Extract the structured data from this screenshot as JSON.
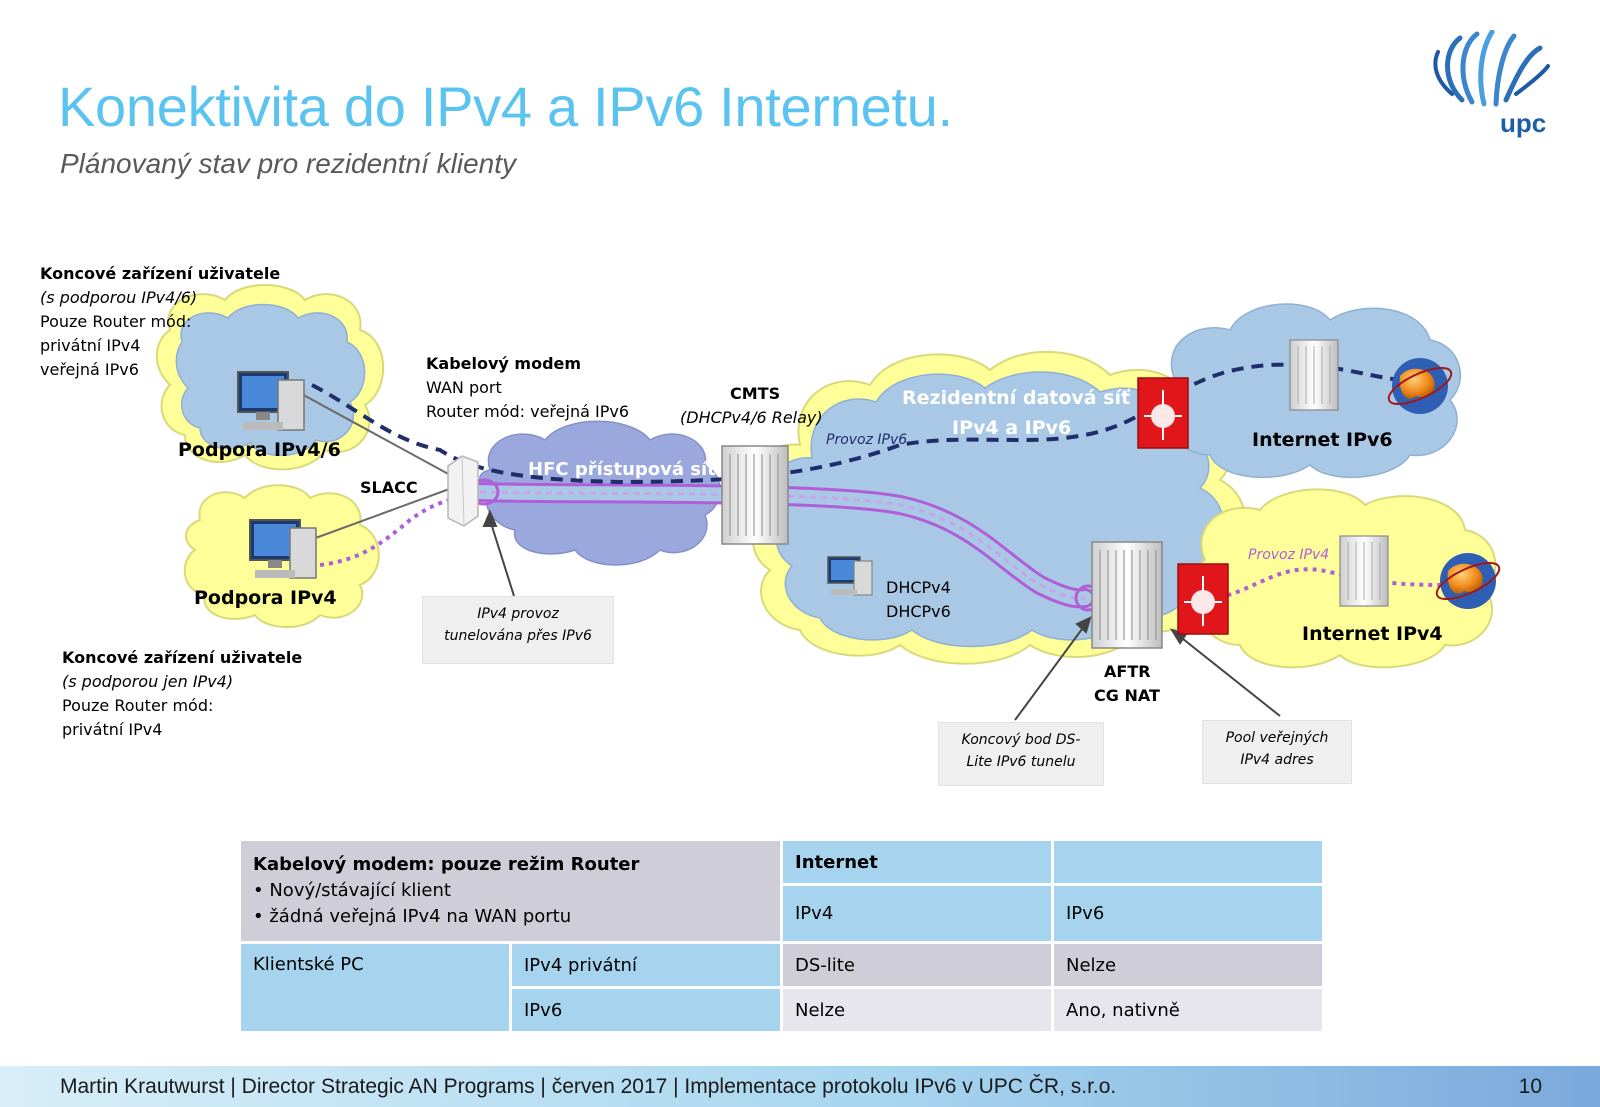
{
  "header": {
    "title": "Konektivita do IPv4 a IPv6 Internetu.",
    "subtitle": "Plánovaný stav pro rezidentní klienty",
    "logo_text": "upc"
  },
  "diagram": {
    "device_top": {
      "heading": "Koncové zařízení uživatele",
      "support": "(s podporou IPv4/6)",
      "mode": "Pouze Router mód:",
      "line1": "privátní IPv4",
      "line2": "veřejná IPv6"
    },
    "device_bottom": {
      "heading": "Koncové zařízení uživatele",
      "support": "(s podporou jen IPv4)",
      "mode": "Pouze Router mód:",
      "line1": "privátní IPv4"
    },
    "cloud_ipv46": "Podpora IPv4/6",
    "cloud_ipv4": "Podpora IPv4",
    "slacc": "SLACC",
    "modem": {
      "title": "Kabelový modem",
      "wan": "WAN port",
      "router": "Router mód:  veřejná IPv6"
    },
    "hfc": "HFC přístupová síť",
    "cmts": {
      "title": "CMTS",
      "relay": "(DHCPv4/6 Relay)"
    },
    "provoz_ipv6": "Provoz IPv6",
    "provoz_ipv4": "Provoz IPv4",
    "resident_network_line1": "Rezidentní datová síť",
    "resident_network_line2": "IPv4 a IPv6",
    "internet_ipv6": "Internet IPv6",
    "internet_ipv4": "Internet IPv4",
    "dhcpv4": "DHCPv4",
    "dhcpv6": "DHCPv6",
    "aftr": "AFTR",
    "cgnat": "CG NAT",
    "callout_tunnel_line1": "IPv4 provoz",
    "callout_tunnel_line2": "tunelována přes IPv6",
    "callout_dslite_line1": "Koncový bod DS-",
    "callout_dslite_line2": "Lite IPv6 tunelu",
    "callout_pool_line1": "Pool veřejných",
    "callout_pool_line2": "IPv4 adres",
    "colors": {
      "cloud_yellow": "#ffff99",
      "cloud_blue": "#a9c8e6",
      "hfc_purple": "#9aa8dd",
      "ipv6_line": "#1f2d6b",
      "ipv4_line": "#b05ed8",
      "router_red": "#e0161b"
    }
  },
  "table": {
    "header_title": "Kabelový modem: pouze režim Router",
    "header_bullet1": "• Nový/stávající klient",
    "header_bullet2": "• žádná veřejná IPv4 na WAN portu",
    "col_internet": "Internet",
    "col_ipv4": "IPv4",
    "col_ipv6": "IPv6",
    "row_label": "Klientské PC",
    "row1_type": "IPv4 privátní",
    "row1_ipv4": "DS-lite",
    "row1_ipv6": "Nelze",
    "row2_type": "IPv6",
    "row2_ipv4": "Nelze",
    "row2_ipv6": "Ano, nativně",
    "colors": {
      "header_gray": "#cfcdd8",
      "header_blue": "#a6d4ef",
      "cell_gray": "#cfcdd8",
      "cell_light": "#e7e6ec"
    }
  },
  "footer": {
    "text": "Martin Krautwurst | Director Strategic AN Programs | červen 2017 | Implementace protokolu IPv6 v UPC ČR, s.r.o.",
    "page": "10"
  }
}
